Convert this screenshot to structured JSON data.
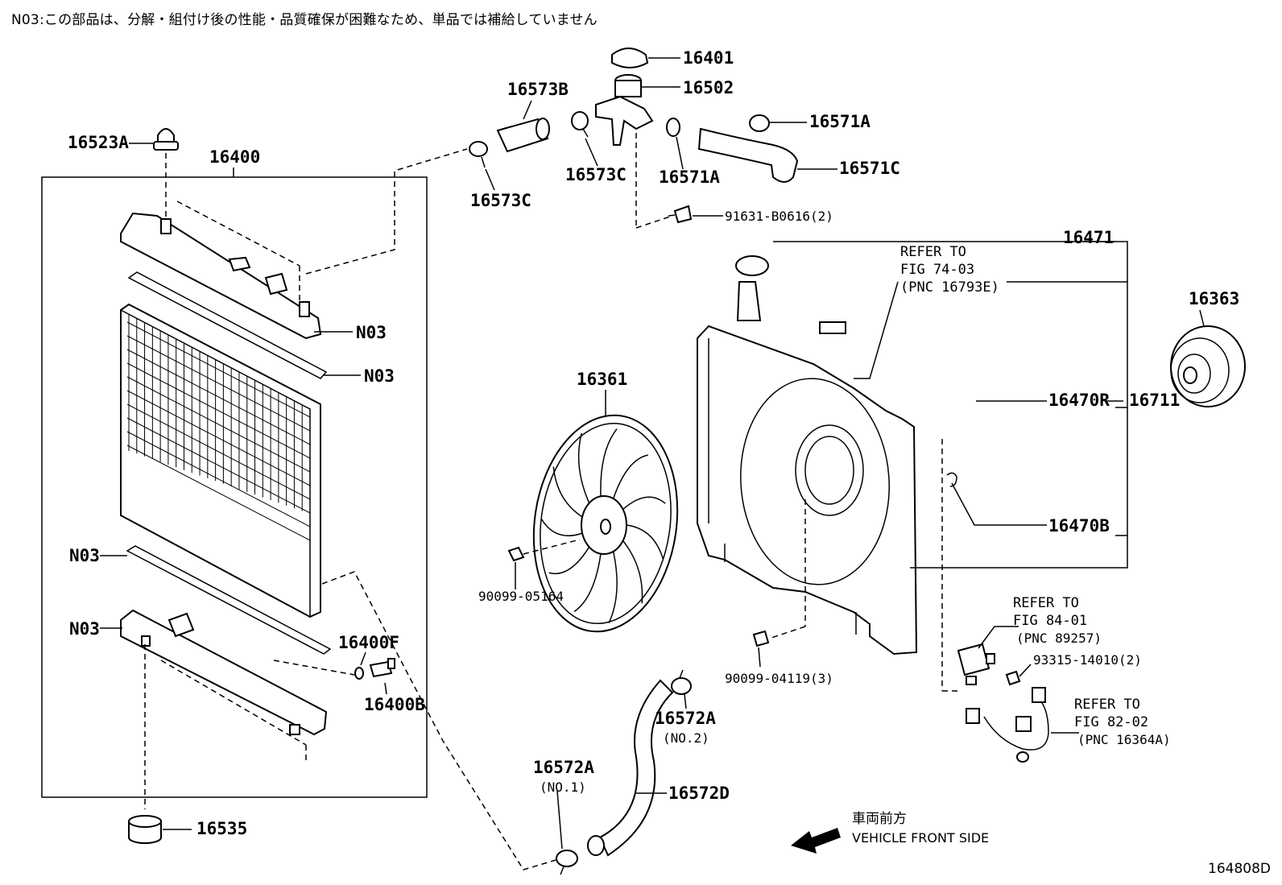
{
  "note": "N03:この部品は、分解・組付け後の性能・品質確保が困難なため、単品では補給していません",
  "figure_id": "164808D",
  "labels": {
    "p16401": "16401",
    "p16502": "16502",
    "p16573B": "16573B",
    "p16571A_top": "16571A",
    "p16523A": "16523A",
    "p16400": "16400",
    "p16573C_mid": "16573C",
    "p16571A_low": "16571A",
    "p16571C": "16571C",
    "p16573C_low": "16573C",
    "p91631": "91631-B0616(2)",
    "p16471": "16471",
    "p16363": "16363",
    "n03_1": "N03",
    "n03_2": "N03",
    "n03_3": "N03",
    "n03_4": "N03",
    "p16361": "16361",
    "p16470R": "16470R",
    "p16711": "16711",
    "p16470B": "16470B",
    "p90099_05164": "90099-05164",
    "p16400F": "16400F",
    "p16400B": "16400B",
    "p90099_04119": "90099-04119(3)",
    "p93315": "93315-14010(2)",
    "p16572A_no2": "16572A",
    "no2": "(NO.2)",
    "p16572A_no1": "16572A",
    "no1": "(NO.1)",
    "p16572D": "16572D",
    "p16535": "16535"
  },
  "refs": {
    "fig74": [
      "REFER TO",
      "FIG 74-03",
      "(PNC 16793E)"
    ],
    "fig84": [
      "REFER TO",
      "FIG 84-01",
      "(PNC 89257)"
    ],
    "fig82": [
      "REFER TO",
      "FIG 82-02",
      "(PNC 16364A)"
    ]
  },
  "direction": {
    "jp": "車両前方",
    "en": "VEHICLE FRONT SIDE"
  }
}
